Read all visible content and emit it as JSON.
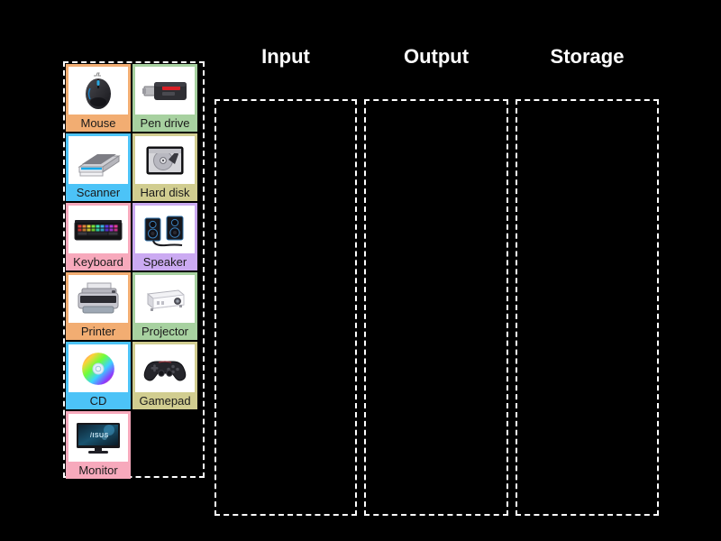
{
  "activity": {
    "type": "drag-and-drop-sorting"
  },
  "source_tray": {
    "tiles": [
      {
        "label": "Mouse",
        "bg": "#f2ad72",
        "icon": "mouse-icon"
      },
      {
        "label": "Pen drive",
        "bg": "#a7d1a0",
        "icon": "pen-drive-icon"
      },
      {
        "label": "Scanner",
        "bg": "#4cc3f7",
        "icon": "scanner-icon"
      },
      {
        "label": "Hard disk",
        "bg": "#d1cd90",
        "icon": "hard-disk-icon"
      },
      {
        "label": "Keyboard",
        "bg": "#f7a9bc",
        "icon": "keyboard-icon"
      },
      {
        "label": "Speaker",
        "bg": "#cbaaf2",
        "icon": "speaker-icon"
      },
      {
        "label": "Printer",
        "bg": "#f2ad72",
        "icon": "printer-icon"
      },
      {
        "label": "Projector",
        "bg": "#a7d1a0",
        "icon": "projector-icon"
      },
      {
        "label": "CD",
        "bg": "#4cc3f7",
        "icon": "cd-icon"
      },
      {
        "label": "Gamepad",
        "bg": "#d1cd90",
        "icon": "gamepad-icon"
      },
      {
        "label": "Monitor",
        "bg": "#f7a9bc",
        "icon": "monitor-icon"
      }
    ]
  },
  "categories": [
    {
      "title": "Input",
      "items": []
    },
    {
      "title": "Output",
      "items": []
    },
    {
      "title": "Storage",
      "items": []
    }
  ],
  "colors": {
    "background": "#000000",
    "border": "#ffffff",
    "title_text": "#ffffff",
    "tile_text": "#1a1a1a",
    "thumb_background": "#ffffff"
  }
}
